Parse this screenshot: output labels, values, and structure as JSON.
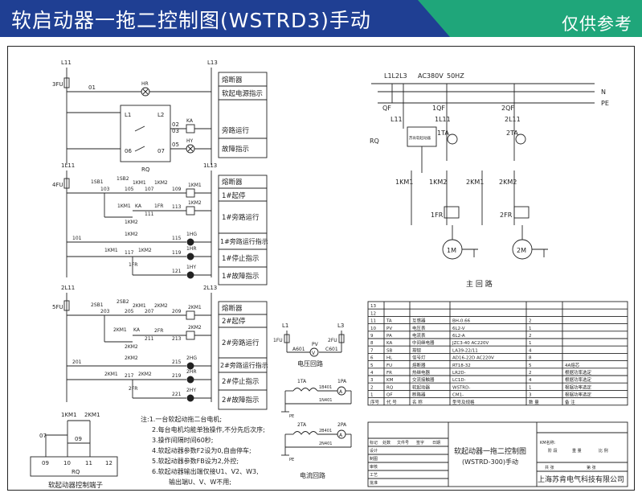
{
  "header": {
    "title": "软启动器一拖二控制图(WSTRD3)手动",
    "reference": "仅供参考"
  },
  "colors": {
    "banner_blue": "#1f3f93",
    "banner_teal": "#1fa67a",
    "line": "#222222"
  },
  "top_section": {
    "labels": {
      "l11": "L11",
      "l13": "L13",
      "fu3": "3FU",
      "n01": "01",
      "hr": "HR",
      "l1": "L1",
      "l2": "L2",
      "ka": "KA",
      "hy": "HY",
      "rq": "RQ",
      "t02": "02",
      "t03": "03",
      "t05": "05",
      "t06": "06",
      "t07": "07"
    },
    "legend": [
      "熔断器",
      "软起电源指示",
      "旁路运行",
      "故障指示"
    ]
  },
  "motor1_section": {
    "labels": {
      "l11": "1L11",
      "l13": "1L13",
      "fu4": "4FU",
      "sb1": "1SB1",
      "sb2": "1SB2",
      "km1": "1KM1",
      "km2": "1KM2",
      "ka": "KA",
      "fr": "1FR",
      "n103": "103",
      "n105": "105",
      "n107": "107",
      "n109": "109",
      "n111": "111",
      "n113": "113",
      "n101": "101",
      "n115": "115",
      "n117": "117",
      "n119": "119",
      "n121": "121",
      "hg": "1HG",
      "hr": "1HR",
      "hy": "1HY"
    },
    "legend": [
      "熔断器",
      "1#起停",
      "1#旁路运行",
      "1#旁路运行指示",
      "1#停止指示",
      "1#故障指示"
    ]
  },
  "motor2_section": {
    "labels": {
      "l11": "2L11",
      "l13": "2L13",
      "fu5": "5FU",
      "sb1": "2SB1",
      "sb2": "2SB2",
      "km1": "2KM1",
      "km2": "2KM2",
      "ka": "KA",
      "fr": "2FR",
      "n203": "203",
      "n205": "205",
      "n207": "207",
      "n209": "209",
      "n211": "211",
      "n213": "213",
      "n201": "201",
      "n215": "215",
      "n217": "217",
      "n219": "219",
      "n221": "221",
      "hg": "2HG",
      "hr": "2HR",
      "hy": "2HY"
    },
    "legend": [
      "熔断器",
      "2#起停",
      "2#旁路运行",
      "2#旁路运行指示",
      "2#停止指示",
      "2#故障指示"
    ]
  },
  "main_circuit": {
    "bus_label": "L1L2L3",
    "voltage": "AC380V",
    "frequency": "50HZ",
    "n": "N",
    "pe": "PE",
    "qf": "QF",
    "qf1": "1QF",
    "qf2": "2QF",
    "l11": "L11",
    "l11_1": "1L11",
    "l11_2": "2L11",
    "rq": "RQ",
    "rq_box": "苏肯软起动器",
    "ta1": "1TA",
    "ta2": "2TA",
    "km1_1": "1KM1",
    "km2_1": "1KM2",
    "km1_2": "2KM1",
    "km2_2": "2KM2",
    "fr1": "1FR",
    "fr2": "2FR",
    "m1": "1M",
    "m2": "2M",
    "caption": "主  回  路"
  },
  "voltage_circuit": {
    "l1": "L1",
    "l3": "L3",
    "fu1": "1FU",
    "fu2": "2FU",
    "pv": "PV",
    "a601": "A601",
    "c601": "C601",
    "v": "V",
    "caption": "电压回路"
  },
  "current_circuit": {
    "ta1": "1TA",
    "pa1": "1PA",
    "n1b": "1B401",
    "n1n": "1N401",
    "ta2": "2TA",
    "pa2": "2PA",
    "n2b": "2B401",
    "n2n": "2N401",
    "a": "A",
    "pe": "PE",
    "caption": "电流回路"
  },
  "terminal_block": {
    "km1": "1KM1",
    "km2": "2KM1",
    "n07": "07",
    "n09": "09",
    "terminals": [
      "09",
      "10",
      "11",
      "12"
    ],
    "rq": "RQ",
    "caption": "软起动器控制端子"
  },
  "notes": [
    "注:1.一台软起动拖二台电机;",
    "2.每台电机均能单独操作,不分先后次序;",
    "3.操作间隔时间60秒;",
    "4.软起动器参数F2设为0,自由停车;",
    "5.软起动器参数FB设为2,外控;",
    "6.软起动器输出端仅接U1、V2、W3,",
    "输出端U、V、W不用;"
  ],
  "parts_table": {
    "headers": [
      "序号",
      "代  号",
      "名  称",
      "型号及规格",
      "数 量",
      "备  注"
    ],
    "rows": [
      [
        "13",
        "",
        "",
        "",
        "",
        ""
      ],
      [
        "12",
        "",
        "",
        "",
        "",
        ""
      ],
      [
        "11",
        "TA",
        "互感器",
        "BH-0.66",
        "2",
        ""
      ],
      [
        "10",
        "PV",
        "电压表",
        "6L2-V",
        "1",
        ""
      ],
      [
        "9",
        "PA",
        "电流表",
        "6L2-A",
        "2",
        ""
      ],
      [
        "8",
        "KA",
        "中间继电器",
        "JZC3-40 AC220V",
        "1",
        ""
      ],
      [
        "7",
        "SB",
        "按钮",
        "LA39-22/11",
        "4",
        ""
      ],
      [
        "6",
        "HL",
        "信号灯",
        "AD16-22D AC220V",
        "8",
        ""
      ],
      [
        "5",
        "FU",
        "熔断器",
        "RT18-32",
        "5",
        "4A熔芯"
      ],
      [
        "4",
        "FR",
        "热继电器",
        "LR2D-",
        "2",
        "根据功率选定"
      ],
      [
        "3",
        "KM",
        "交流接触器",
        "LC1D-",
        "4",
        "根据功率选定"
      ],
      [
        "2",
        "RQ",
        "软起动器",
        "WSTRD-",
        "1",
        "根据功率选定"
      ],
      [
        "1",
        "QF",
        "断路器",
        "CM1-",
        "3",
        "根据功率选定"
      ]
    ]
  },
  "title_block": {
    "title_line1": "软起动器一拖二控制图",
    "title_line2": "(WSTRD-300)手动",
    "company": "上海苏肯电气科技有限公司",
    "mark": "标记",
    "qty": "处数",
    "file_no": "文件号",
    "sign": "签字",
    "date": "日期",
    "design": "设计",
    "draw": "制图",
    "check": "审核",
    "process": "工艺",
    "approve": "批准",
    "product_name": "KM名称:",
    "stage_mark": "阶 段",
    "weight": "重 量",
    "scale": "比 例",
    "sheet": "共    张",
    "page": "第    张"
  }
}
